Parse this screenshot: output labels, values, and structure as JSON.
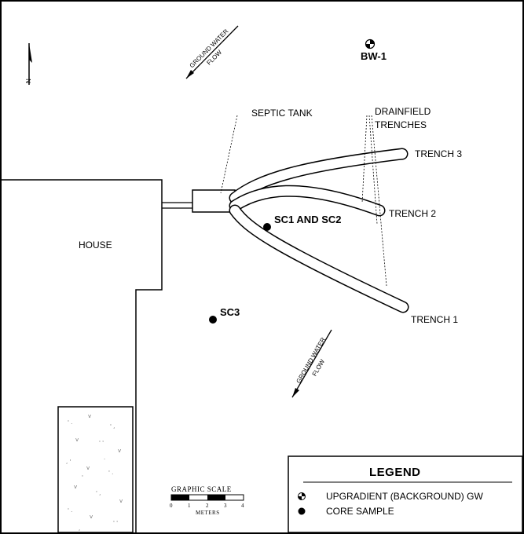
{
  "map": {
    "features": {
      "house": "HOUSE",
      "septic_tank": "SEPTIC TANK",
      "drainfield_line1": "DRAINFIELD",
      "drainfield_line2": "TRENCHES",
      "trench1": "TRENCH 1",
      "trench2": "TRENCH 2",
      "trench3": "TRENCH 3"
    },
    "samples": {
      "sc1_sc2": "SC1 AND SC2",
      "sc3": "SC3",
      "bw1": "BW-1"
    },
    "groundwater": {
      "line1": "GROUND WATER",
      "line2": "FLOW"
    },
    "north_arrow_label": "N",
    "scale": {
      "title": "GRAPHIC SCALE",
      "ticks": [
        "0",
        "1",
        "2",
        "3",
        "4"
      ],
      "units": "METERS"
    }
  },
  "legend": {
    "title": "LEGEND",
    "items": [
      {
        "icon": "well-symbol-icon",
        "label": "UPGRADIENT (BACKGROUND) GW"
      },
      {
        "icon": "filled-circle-icon",
        "label": "CORE SAMPLE"
      }
    ]
  }
}
